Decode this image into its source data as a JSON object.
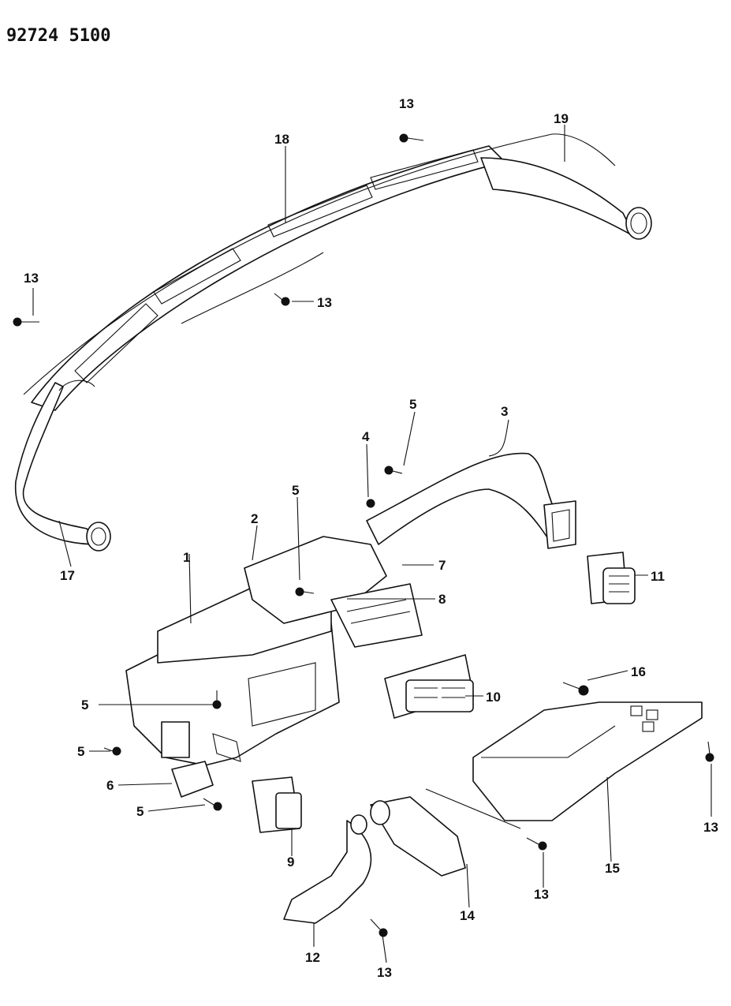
{
  "document": {
    "id": "92724 5100"
  },
  "callouts": [
    {
      "part": "ho-duct-17",
      "text": "17"
    },
    {
      "part": "ho-duct-18",
      "text": "18"
    },
    {
      "part": "ho-duct-19",
      "text": "19"
    },
    {
      "part": "ho-screw-13a",
      "text": "13"
    },
    {
      "part": "ho-screw-13b",
      "text": "13"
    },
    {
      "part": "ho-screw-13c",
      "text": "13"
    },
    {
      "part": "ho-heater-unit-1",
      "text": "1"
    },
    {
      "part": "ho-duct-2",
      "text": "2"
    },
    {
      "part": "ho-duct-3",
      "text": "3"
    },
    {
      "part": "ho-screw-4",
      "text": "4"
    },
    {
      "part": "ho-screw-5a",
      "text": "5"
    },
    {
      "part": "ho-screw-5b",
      "text": "5"
    },
    {
      "part": "ho-duct-7",
      "text": "7"
    },
    {
      "part": "ho-duct-8",
      "text": "8"
    },
    {
      "part": "ho-vent-11",
      "text": "11"
    },
    {
      "part": "ho-vent-10",
      "text": "10"
    },
    {
      "part": "ho-screw-16",
      "text": "16"
    },
    {
      "part": "ho-screw-5c",
      "text": "5"
    },
    {
      "part": "ho-screw-5d",
      "text": "5"
    },
    {
      "part": "ho-bracket-6",
      "text": "6"
    },
    {
      "part": "ho-screw-5e",
      "text": "5"
    },
    {
      "part": "ho-vent-9",
      "text": "9"
    },
    {
      "part": "ho-duct-15",
      "text": "15"
    },
    {
      "part": "ho-screw-13d",
      "text": "13"
    },
    {
      "part": "ho-screw-13e",
      "text": "13"
    },
    {
      "part": "ho-duct-14",
      "text": "14"
    },
    {
      "part": "ho-duct-12",
      "text": "12"
    },
    {
      "part": "ho-screw-13f",
      "text": "13"
    }
  ]
}
